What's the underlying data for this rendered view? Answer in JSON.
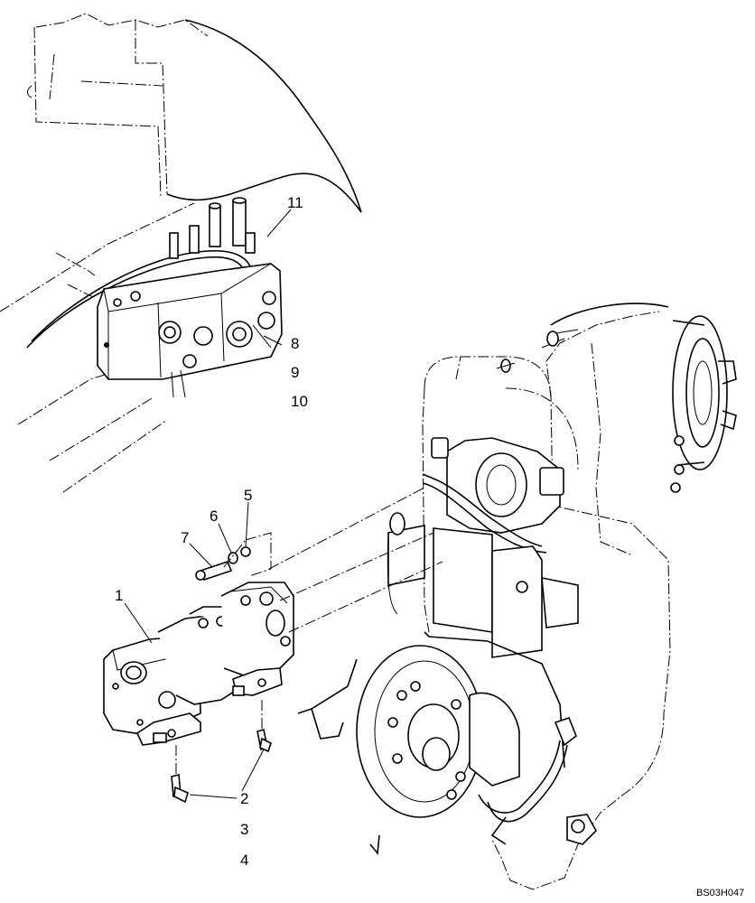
{
  "callouts": {
    "c1": "1",
    "c2": "2",
    "c3": "3",
    "c4": "4",
    "c5": "5",
    "c6": "6",
    "c7": "7",
    "c8": "8",
    "c9": "9",
    "c10": "10",
    "c11": "11"
  },
  "drawing_ref": "BS03H047"
}
